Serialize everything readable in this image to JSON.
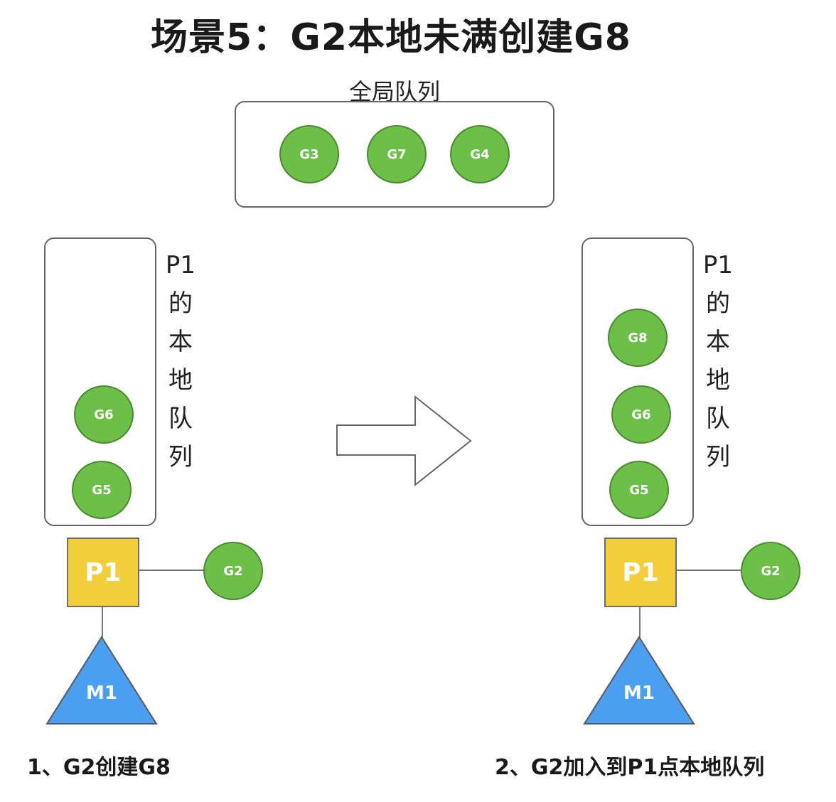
{
  "title": "场景5：G2本地未满创建G8",
  "global_queue": {
    "label": "全局队列",
    "items": [
      "G3",
      "G7",
      "G4"
    ]
  },
  "left_panel": {
    "queue_label_chars": [
      "P1",
      "的",
      "本",
      "地",
      "队",
      "列"
    ],
    "queue_items": [
      "G6",
      "G5"
    ],
    "processor": "P1",
    "goroutine": "G2",
    "machine": "M1",
    "caption": "1、G2创建G8"
  },
  "right_panel": {
    "queue_label_chars": [
      "P1",
      "的",
      "本",
      "地",
      "队",
      "列"
    ],
    "queue_items": [
      "G8",
      "G6",
      "G5"
    ],
    "processor": "P1",
    "goroutine": "G2",
    "machine": "M1",
    "caption": "2、G2加入到P1点本地队列"
  },
  "colors": {
    "goroutine": "#6cbf47",
    "processor": "#f2ce3a",
    "machine": "#4a9ff0"
  }
}
